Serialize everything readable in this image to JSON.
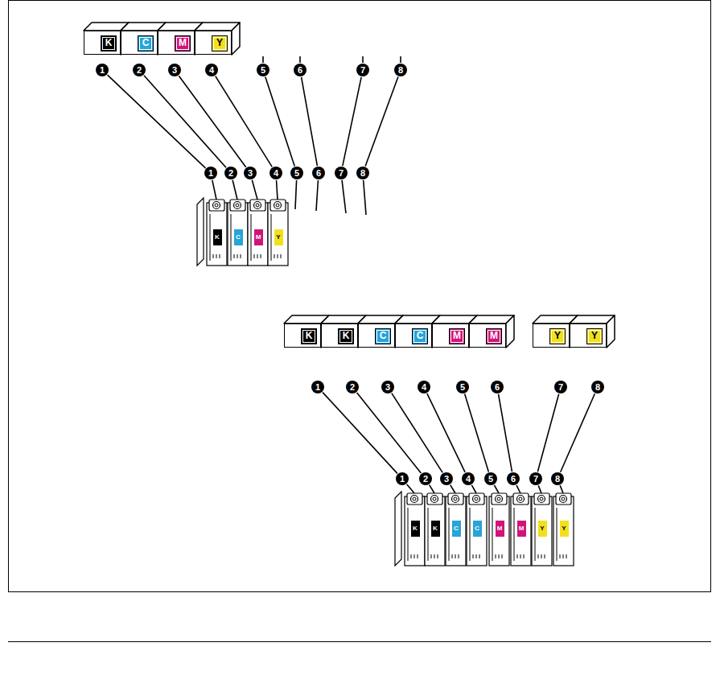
{
  "diagram": {
    "nodes": [
      {
        "text": [
          "K"
        ]
      },
      {
        "text": [
          "C"
        ]
      },
      {
        "text": [
          "M"
        ]
      },
      {
        "text": [
          "Y"
        ]
      },
      {
        "text": [
          "K"
        ]
      },
      {
        "text": [
          "K"
        ]
      },
      {
        "text": [
          "C"
        ]
      },
      {
        "text": [
          "C"
        ]
      },
      {
        "text": [
          "M"
        ]
      },
      {
        "text": [
          "M"
        ]
      },
      {
        "text": [
          "Y"
        ]
      },
      {
        "text": [
          "Y"
        ]
      }
    ],
    "labels": [
      "1",
      "2",
      "3",
      "4",
      "5",
      "6",
      "7",
      "8",
      "1",
      "2",
      "3",
      "4",
      "5",
      "6",
      "7",
      "8",
      "K",
      "C",
      "M",
      "Y",
      "1",
      "2",
      "3",
      "4",
      "5",
      "6",
      "7",
      "8",
      "1",
      "2",
      "3",
      "4",
      "5",
      "6",
      "7",
      "8",
      "K",
      "K",
      "C",
      "C",
      "M",
      "M",
      "Y",
      "Y"
    ]
  }
}
